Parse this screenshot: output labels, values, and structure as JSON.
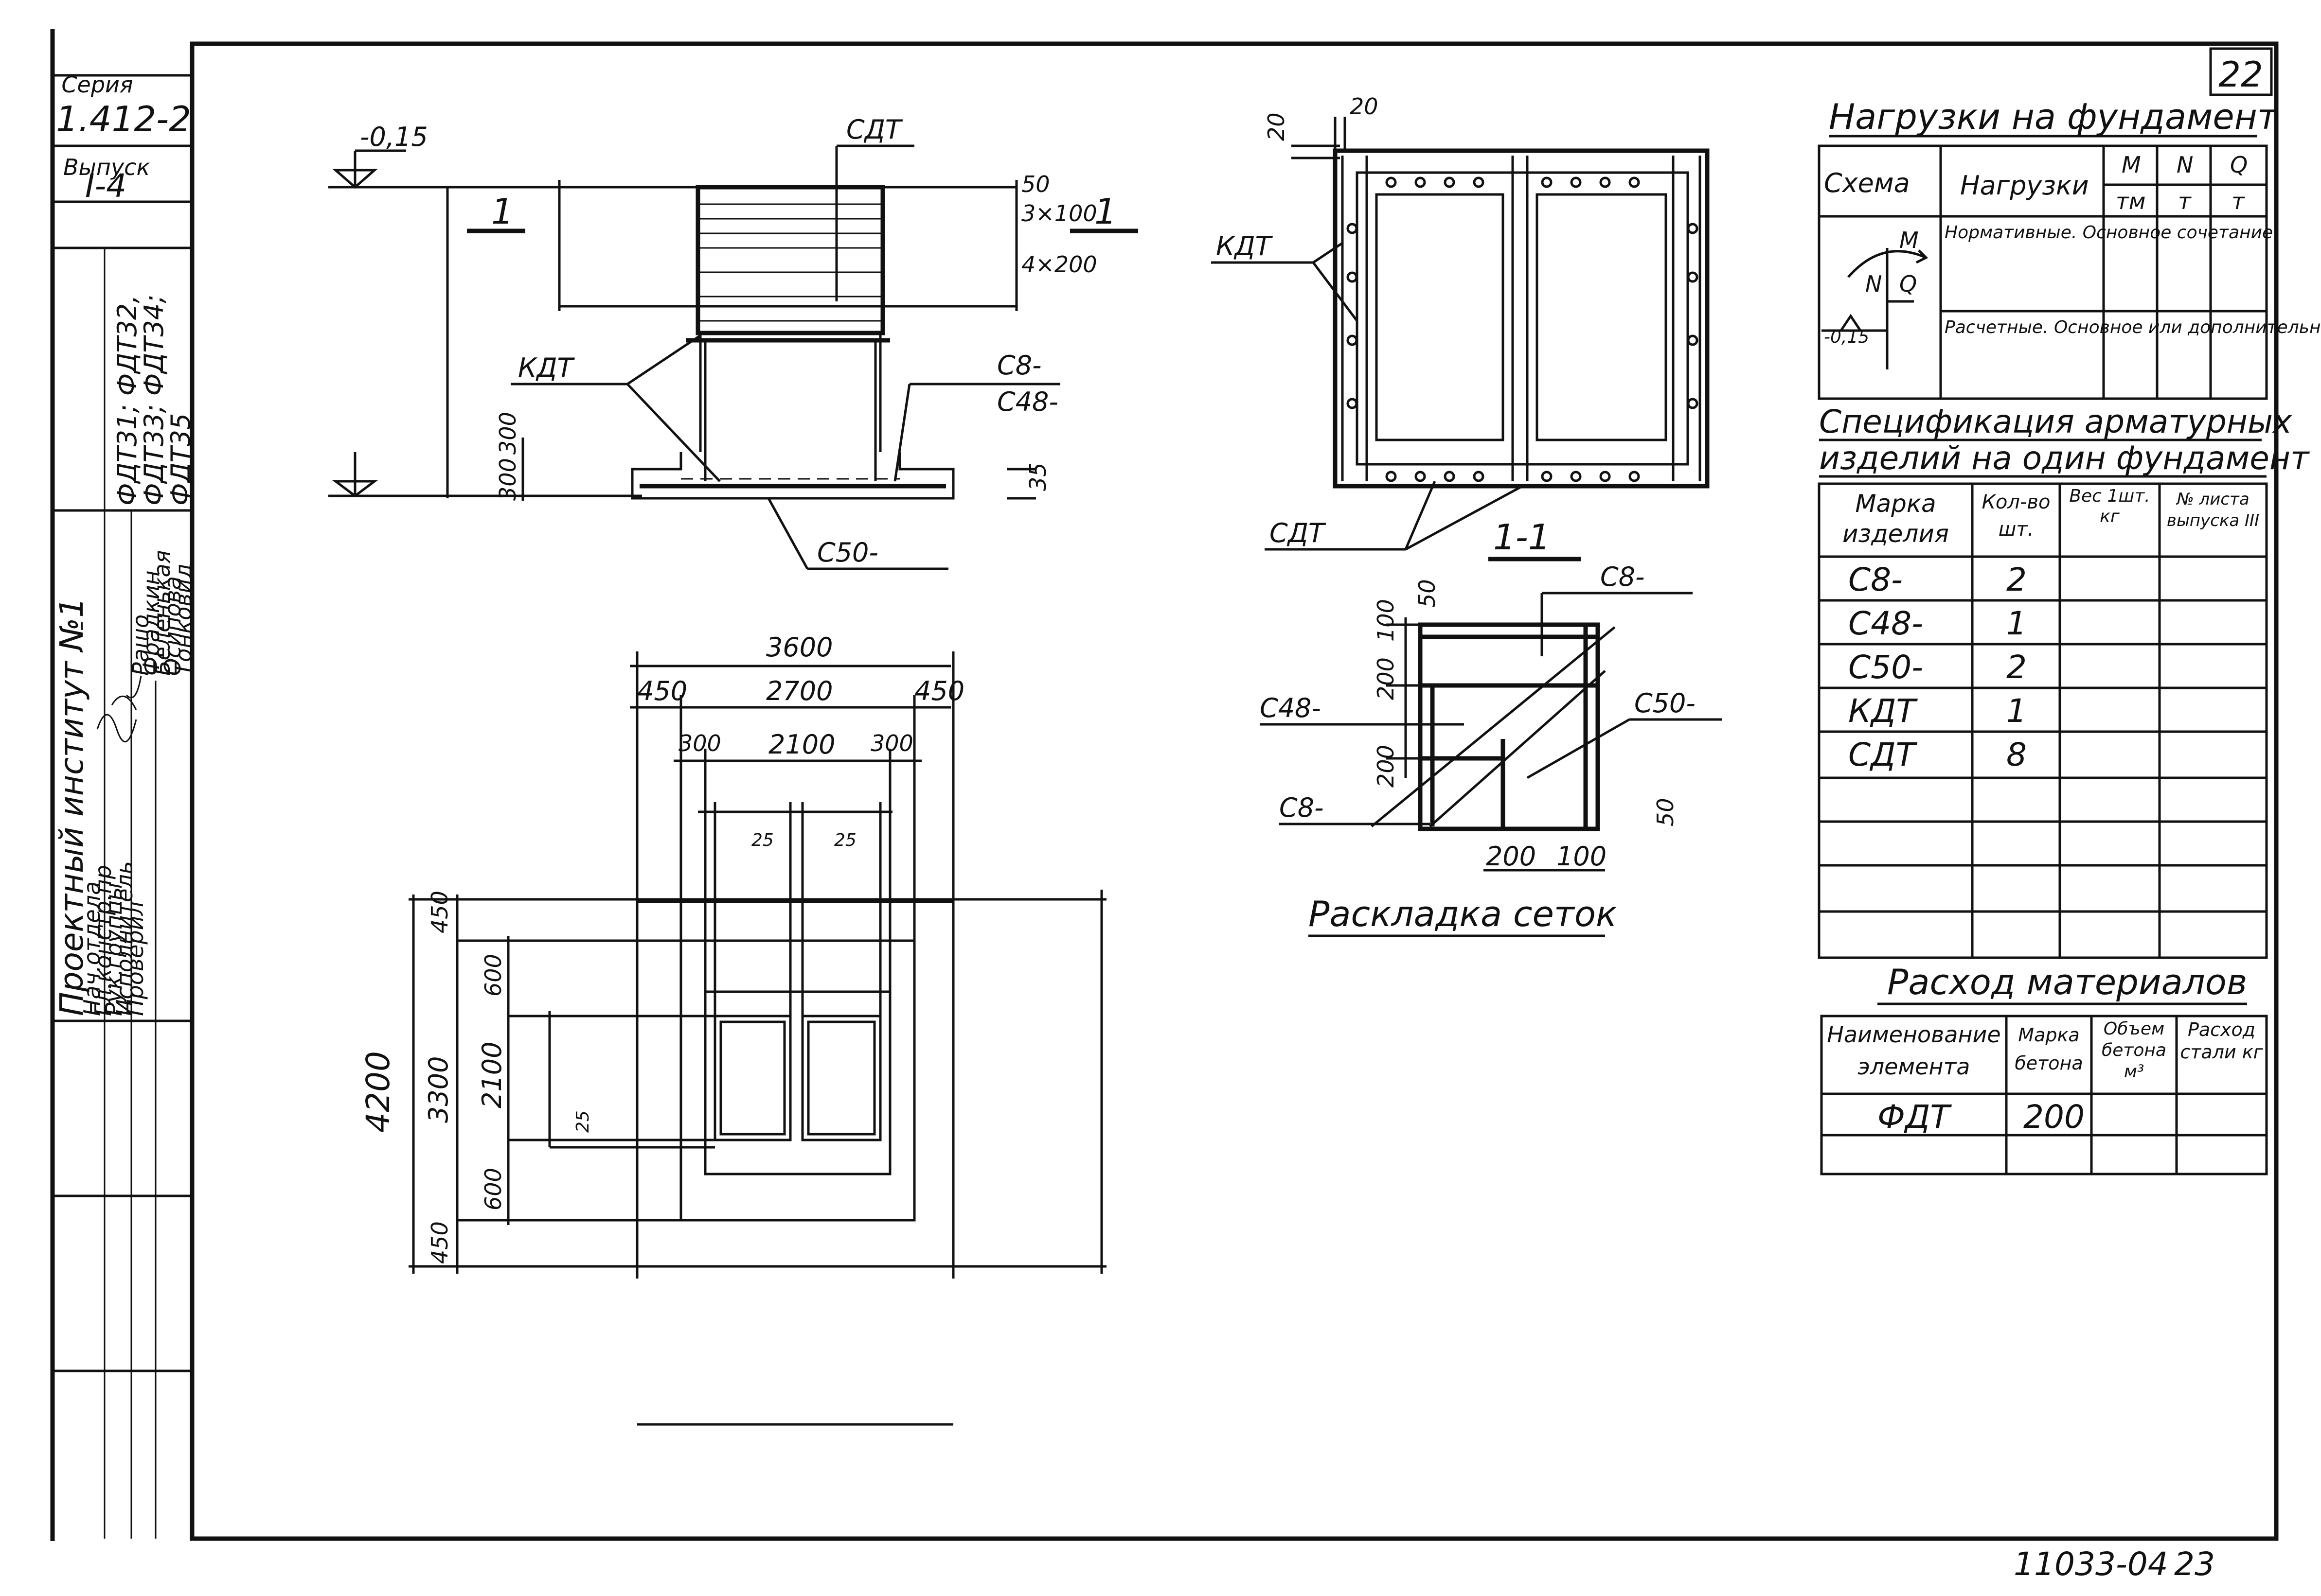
{
  "sheet": {
    "number": "22",
    "footer_code": "11033-04",
    "footer_page": "23"
  },
  "stamp": {
    "series_label": "Серия",
    "series_value": "1.412-2",
    "issue_label": "Выпуск",
    "issue_value": "I-4",
    "marks": [
      "ФДТ31; ФДТ32,",
      "ФДТ33; ФДТ34;",
      "ФДТ35"
    ],
    "institute": "Проектный институт №1",
    "roles": [
      "Нач.отдела",
      "Гл.констр.пр",
      "Рук.группы",
      "Исполнитель",
      "Проверил"
    ],
    "names": [
      "Рашо",
      "Фрадкин",
      "Беленькая",
      "Осипова",
      "Тонковид"
    ]
  },
  "elevation": {
    "level": "-0,15",
    "section_mark": "1",
    "labels": [
      "СДТ",
      "КДТ",
      "С8-",
      "С48-",
      "С50-"
    ],
    "dims": [
      "50",
      "3×100",
      "4×200",
      "35",
      "300",
      "300"
    ]
  },
  "top_view": {
    "labels": [
      "КДТ",
      "СДТ"
    ],
    "dims": [
      "20",
      "20"
    ],
    "section_title": "1-1"
  },
  "plan": {
    "dims_top": [
      "3600",
      "450",
      "2700",
      "450",
      "300",
      "2100",
      "300",
      "25",
      "25"
    ],
    "dims_left": [
      "4200",
      "450",
      "3300",
      "450",
      "600",
      "2100",
      "600",
      "25"
    ]
  },
  "mesh": {
    "title": "Раскладка сеток",
    "labels": [
      "С8-",
      "С48-",
      "С50-",
      "С8-"
    ],
    "dims": [
      "50",
      "100",
      "200",
      "200",
      "200",
      "100",
      "50"
    ]
  },
  "loads": {
    "title": "Нагрузки на фундамент",
    "headers": {
      "scheme": "Схема",
      "loads": "Нагрузки",
      "m": "M",
      "m_unit": "тм",
      "n": "N",
      "n_unit": "т",
      "q": "Q",
      "q_unit": "т"
    },
    "rows": [
      "Нормативные. Основное сочетание",
      "Расчетные. Основное или дополнительное сочетание"
    ],
    "scheme_labels": {
      "m": "M",
      "n": "N",
      "q": "Q",
      "level": "-0,15"
    }
  },
  "spec": {
    "title_line1": "Спецификация арматурных",
    "title_line2": "изделий на один фундамент",
    "headers": [
      "Марка изделия",
      "Кол-во шт.",
      "Вес 1шт. кг",
      "№ листа выпуска III"
    ],
    "rows": [
      {
        "mark": "С8-",
        "qty": "2"
      },
      {
        "mark": "С48-",
        "qty": "1"
      },
      {
        "mark": "С50-",
        "qty": "2"
      },
      {
        "mark": "КДТ",
        "qty": "1"
      },
      {
        "mark": "СДТ",
        "qty": "8"
      }
    ]
  },
  "materials": {
    "title": "Расход материалов",
    "headers": [
      "Наименование элемента",
      "Марка бетона",
      "Объем бетона м³",
      "Расход стали кг"
    ],
    "row": {
      "name": "ФДТ",
      "grade": "200"
    }
  }
}
